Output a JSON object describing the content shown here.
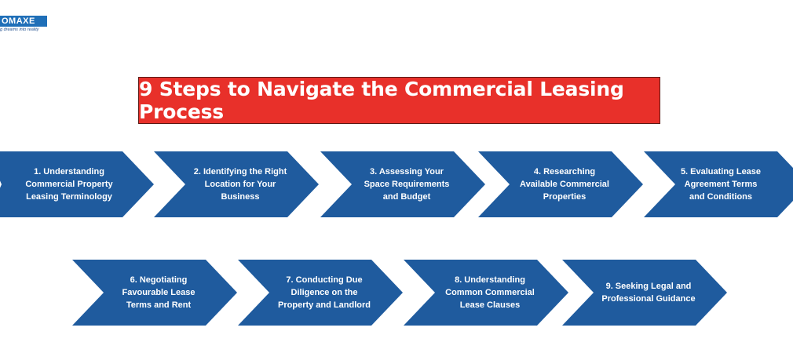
{
  "logo": {
    "text": "OMAXE",
    "tagline": "g dreams into reality"
  },
  "title": "9 Steps to Navigate the Commercial Leasing Process",
  "steps": [
    "1. Understanding Commercial Property Leasing Terminology",
    "2. Identifying the Right Location for Your Business",
    "3. Assessing Your Space Requirements and Budget",
    "4. Researching Available Commercial Properties",
    "5. Evaluating Lease Agreement Terms and Conditions",
    "6. Negotiating Favourable Lease Terms and Rent",
    "7. Conducting Due Diligence on the Property and Landlord",
    "8. Understanding Common Commercial Lease Clauses",
    "9. Seeking Legal and Professional Guidance"
  ],
  "colors": {
    "banner": "#e8302a",
    "chevron": "#1f5b9e"
  }
}
